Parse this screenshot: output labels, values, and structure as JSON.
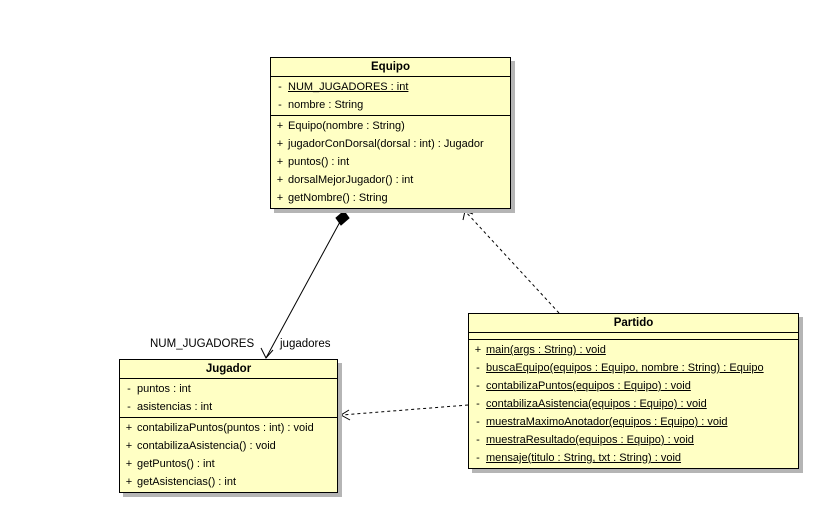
{
  "classes": {
    "equipo": {
      "name": "Equipo",
      "attributes": [
        {
          "vis": "-",
          "text": "NUM_JUGADORES : int",
          "static": true
        },
        {
          "vis": "-",
          "text": "nombre : String",
          "static": false
        }
      ],
      "methods": [
        {
          "vis": "+",
          "text": "Equipo(nombre : String)",
          "static": false
        },
        {
          "vis": "+",
          "text": "jugadorConDorsal(dorsal : int) : Jugador",
          "static": false
        },
        {
          "vis": "+",
          "text": "puntos() : int",
          "static": false
        },
        {
          "vis": "+",
          "text": "dorsalMejorJugador() : int",
          "static": false
        },
        {
          "vis": "+",
          "text": "getNombre() : String",
          "static": false
        }
      ]
    },
    "jugador": {
      "name": "Jugador",
      "attributes": [
        {
          "vis": "-",
          "text": "puntos : int",
          "static": false
        },
        {
          "vis": "-",
          "text": "asistencias : int",
          "static": false
        }
      ],
      "methods": [
        {
          "vis": "+",
          "text": "contabilizaPuntos(puntos : int) : void",
          "static": false
        },
        {
          "vis": "+",
          "text": "contabilizaAsistencia() : void",
          "static": false
        },
        {
          "vis": "+",
          "text": "getPuntos() : int",
          "static": false
        },
        {
          "vis": "+",
          "text": "getAsistencias() : int",
          "static": false
        }
      ]
    },
    "partido": {
      "name": "Partido",
      "attributes": [],
      "methods": [
        {
          "vis": "+",
          "text": "main(args : String) : void",
          "static": true
        },
        {
          "vis": "-",
          "text": "buscaEquipo(equipos : Equipo, nombre : String) : Equipo",
          "static": true
        },
        {
          "vis": "-",
          "text": "contabilizaPuntos(equipos : Equipo) : void",
          "static": true
        },
        {
          "vis": "-",
          "text": "contabilizaAsistencia(equipos : Equipo) : void",
          "static": true
        },
        {
          "vis": "-",
          "text": "muestraMaximoAnotador(equipos : Equipo) : void",
          "static": true
        },
        {
          "vis": "-",
          "text": "muestraResultado(equipos : Equipo) : void",
          "static": true
        },
        {
          "vis": "-",
          "text": "mensaje(titulo : String, txt : String) : void",
          "static": true
        }
      ]
    }
  },
  "relations": {
    "composition": {
      "multiplicity": "NUM_JUGADORES",
      "role": "jugadores"
    }
  },
  "colors": {
    "class_fill": "#ffffc4",
    "shadow": "#b5b5b5",
    "line": "#000000"
  }
}
